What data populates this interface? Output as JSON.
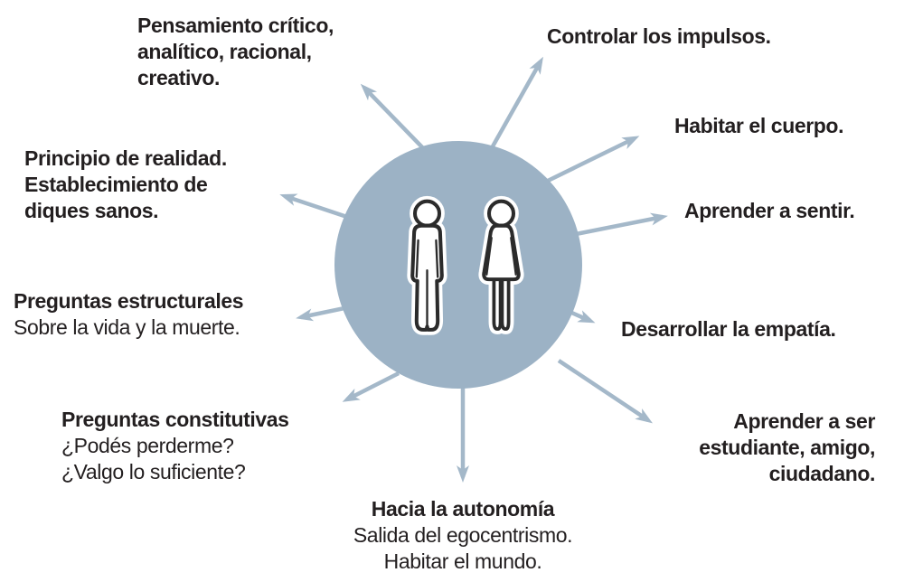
{
  "diagram": {
    "type": "radial-diagram",
    "language": "es",
    "colors": {
      "background": "#ffffff",
      "circle_fill": "#9cb2c5",
      "arrow": "#a4b8c9",
      "text": "#231f20",
      "figure_outline": "#2b2b2b",
      "figure_fill": "#ffffff"
    },
    "center": {
      "icons": [
        "man-silhouette",
        "woman-silhouette"
      ]
    },
    "nodes": [
      {
        "id": "pensamiento-critico",
        "lines": [
          "Pensamiento crítico,",
          "analítico, racional,",
          "creativo."
        ]
      },
      {
        "id": "controlar-impulsos",
        "lines": [
          "Controlar los impulsos."
        ]
      },
      {
        "id": "habitar-cuerpo",
        "lines": [
          "Habitar el cuerpo."
        ]
      },
      {
        "id": "aprender-sentir",
        "lines": [
          "Aprender a sentir."
        ]
      },
      {
        "id": "desarrollar-empatia",
        "lines": [
          "Desarrollar la empatía."
        ]
      },
      {
        "id": "aprender-ser",
        "lines": [
          "Aprender a ser",
          "estudiante, amigo,",
          "ciudadano."
        ]
      },
      {
        "id": "hacia-autonomia",
        "lines": [
          "Hacia la autonomía",
          "Salida del egocentrismo.",
          "Habitar el mundo."
        ]
      },
      {
        "id": "preguntas-constitutivas",
        "lines": [
          "Preguntas constitutivas",
          "¿Podés perderme?",
          "¿Valgo lo suficiente?"
        ]
      },
      {
        "id": "preguntas-estructurales",
        "lines": [
          "Preguntas estructurales",
          "Sobre la vida y la muerte."
        ]
      },
      {
        "id": "principio-realidad",
        "lines": [
          "Principio de realidad.",
          "Establecimiento de",
          "diques sanos."
        ]
      }
    ]
  }
}
